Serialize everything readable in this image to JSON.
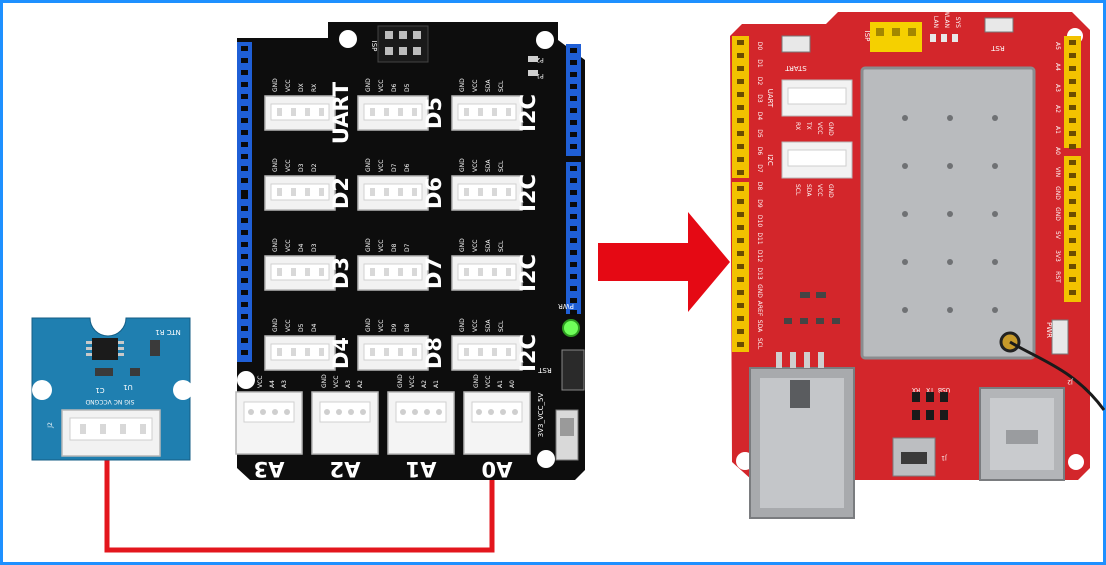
{
  "colors": {
    "frame": "#1e90ff",
    "shield_board": "#0d0d0d",
    "shield_header": "#1f5fd6",
    "sensor_board": "#1f7fb0",
    "main_board": "#d3262b",
    "main_header": "#f2c200",
    "wire": "#e3161d",
    "arrow": "#e50914",
    "connector": "#f2f2f2",
    "module": "#b9bbbe",
    "led": "#6fff5a"
  },
  "shield": {
    "isp": "ISP",
    "pwr": "PWR",
    "rst": "RST",
    "voltage": "3V3_VCC_5V",
    "p1": "P1",
    "p2": "P2",
    "digital_ports": [
      [
        "UART",
        "D5",
        "I2C"
      ],
      [
        "D2",
        "D6",
        "I2C"
      ],
      [
        "D3",
        "D7",
        "I2C"
      ],
      [
        "D4",
        "D8",
        "I2C"
      ]
    ],
    "digital_pin_labels": [
      [
        [
          "GND",
          "VCC",
          "DX",
          "RX"
        ],
        [
          "GND",
          "VCC",
          "D6",
          "D5"
        ],
        [
          "GND",
          "VCC",
          "SDA",
          "SCL"
        ]
      ],
      [
        [
          "GND",
          "VCC",
          "D3",
          "D2"
        ],
        [
          "GND",
          "VCC",
          "D7",
          "D6"
        ],
        [
          "GND",
          "VCC",
          "SDA",
          "SCL"
        ]
      ],
      [
        [
          "GND",
          "VCC",
          "D4",
          "D3"
        ],
        [
          "GND",
          "VCC",
          "D8",
          "D7"
        ],
        [
          "GND",
          "VCC",
          "SDA",
          "SCL"
        ]
      ],
      [
        [
          "GND",
          "VCC",
          "D5",
          "D4"
        ],
        [
          "GND",
          "VCC",
          "D9",
          "D8"
        ],
        [
          "GND",
          "VCC",
          "SDA",
          "SCL"
        ]
      ]
    ],
    "analog_ports": [
      "A3",
      "A2",
      "A1",
      "A0"
    ],
    "analog_pin_labels": [
      [
        "GND",
        "VCC",
        "A4",
        "A3"
      ],
      [
        "GND",
        "VCC",
        "A3",
        "A2"
      ],
      [
        "GND",
        "VCC",
        "A2",
        "A1"
      ],
      [
        "GND",
        "VCC",
        "A1",
        "A0"
      ]
    ]
  },
  "sensor": {
    "ntc": "NTC R1",
    "u1": "U1",
    "c1": "C1",
    "j2": "J2",
    "pins": "SIG NC VCCGND"
  },
  "main_board": {
    "start": "START",
    "isp": "ISP",
    "rst": "RST",
    "uart": "UART",
    "i2c": "I2C",
    "pwr": "PWR",
    "gnd": "GND",
    "usb": "USB",
    "j1": "J1",
    "j2": "J2",
    "leds": [
      "LAN",
      "WLAN",
      "SYS"
    ],
    "uart_pins": [
      "RX",
      "TX",
      "VCC",
      "GND"
    ],
    "i2c_pins": [
      "SCL",
      "SDA",
      "VCC",
      "GND"
    ],
    "usb_pins": [
      "RX",
      "TX",
      "USB"
    ],
    "left_pins": [
      "D0",
      "D1",
      "D2",
      "D3",
      "D4",
      "D5",
      "D6",
      "D7",
      "D8",
      "D9",
      "D10",
      "D11",
      "D12",
      "D13",
      "GND",
      "AREF",
      "SDA",
      "SCL"
    ],
    "right_pins": [
      "A5",
      "A4",
      "A3",
      "A2",
      "A1",
      "A0",
      "VIN",
      "GND",
      "GND",
      "5V",
      "3V3",
      "RST"
    ]
  }
}
